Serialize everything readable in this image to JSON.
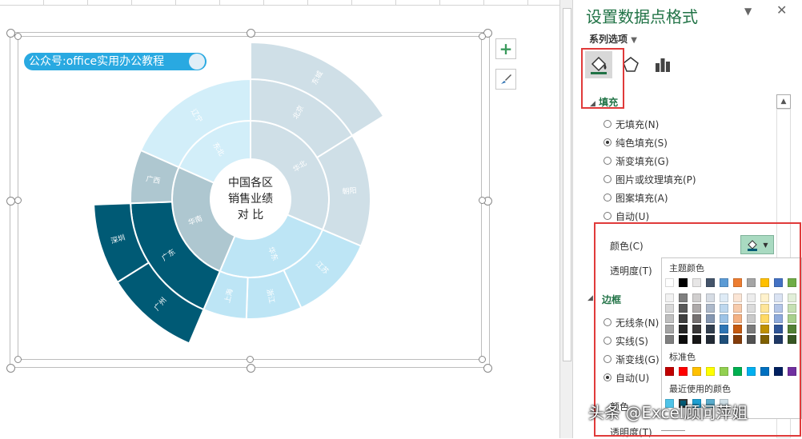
{
  "brand": {
    "label": "公众号:office实用办公教程"
  },
  "chart": {
    "center_lines": [
      "中国各区",
      "销售业绩",
      "对    比"
    ],
    "segments": [
      {
        "name": "华北",
        "ring": 2,
        "start": 0,
        "end": 113,
        "color": "#cfdfe7"
      },
      {
        "name": "华东",
        "ring": 2,
        "start": 113,
        "end": 203,
        "color": "#bde5f5"
      },
      {
        "name": "华南",
        "ring": 2,
        "start": 203,
        "end": 294,
        "color": "#aec7d0"
      },
      {
        "name": "东北",
        "ring": 2,
        "start": 294,
        "end": 360,
        "color": "#d2eef9"
      },
      {
        "name": "北京",
        "ring": 3,
        "start": 0,
        "end": 58,
        "color": "#cfdfe7"
      },
      {
        "name": "朝阳",
        "ring": 3,
        "start": 58,
        "end": 113,
        "color": "#cfdfe7"
      },
      {
        "name": "江苏",
        "ring": 3,
        "start": 113,
        "end": 155,
        "color": "#bde5f5"
      },
      {
        "name": "浙江",
        "ring": 3,
        "start": 155,
        "end": 182,
        "color": "#bde5f5"
      },
      {
        "name": "上海",
        "ring": 3,
        "start": 182,
        "end": 203,
        "color": "#bde5f5"
      },
      {
        "name": "广东",
        "ring": 3,
        "start": 203,
        "end": 268,
        "color": "#005a75",
        "text": "#ffffff"
      },
      {
        "name": "广西",
        "ring": 3,
        "start": 268,
        "end": 294,
        "color": "#aec7d0"
      },
      {
        "name": "辽宁",
        "ring": 3,
        "start": 294,
        "end": 360,
        "color": "#d2eef9"
      },
      {
        "name": "东城",
        "ring": 4,
        "start": 0,
        "end": 58,
        "color": "#cfdfe7"
      },
      {
        "name": "广州",
        "ring": 4,
        "start": 203,
        "end": 238,
        "color": "#005a75",
        "text": "#ffffff"
      },
      {
        "name": "深圳",
        "ring": 4,
        "start": 238,
        "end": 268,
        "color": "#005a75",
        "text": "#ffffff"
      }
    ]
  },
  "pane": {
    "title": "设置数据点格式",
    "series_options": "系列选项",
    "fill_section": "填充",
    "fill_options": [
      {
        "label": "无填充(N)",
        "selected": false
      },
      {
        "label": "纯色填充(S)",
        "selected": true
      },
      {
        "label": "渐变填充(G)",
        "selected": false
      },
      {
        "label": "图片或纹理填充(P)",
        "selected": false
      },
      {
        "label": "图案填充(A)",
        "selected": false
      },
      {
        "label": "自动(U)",
        "selected": false
      }
    ],
    "color_label": "颜色(C)",
    "transparency_label": "透明度(T)",
    "border_section": "边框",
    "border_options": [
      {
        "label": "无线条(N)",
        "selected": false
      },
      {
        "label": "实线(S)",
        "selected": false
      },
      {
        "label": "渐变线(G)",
        "selected": false
      },
      {
        "label": "自动(U)",
        "selected": true
      }
    ],
    "bottom_color_label": "颜色",
    "bottom_transparency_label": "透明度(T)"
  },
  "palette": {
    "theme_title": "主题颜色",
    "standard_title": "标准色",
    "recent_title": "最近使用的颜色",
    "theme_top": [
      "#ffffff",
      "#000000",
      "#e7e6e6",
      "#44546a",
      "#5b9bd5",
      "#ed7d31",
      "#a5a5a5",
      "#ffc000",
      "#4472c4",
      "#70ad47"
    ],
    "theme_shades": [
      [
        "#f2f2f2",
        "#7f7f7f",
        "#d0cece",
        "#d6dce4",
        "#deebf6",
        "#fbe5d5",
        "#ededed",
        "#fff2cc",
        "#dae3f3",
        "#e2efd9"
      ],
      [
        "#d8d8d8",
        "#595959",
        "#aeaaaa",
        "#adb9ca",
        "#bdd7ee",
        "#f7cbac",
        "#dbdbdb",
        "#fee599",
        "#b4c6e7",
        "#c5e0b3"
      ],
      [
        "#bfbfbf",
        "#3f3f3f",
        "#757070",
        "#8496b0",
        "#9dc3e6",
        "#f4b183",
        "#c9c9c9",
        "#ffd965",
        "#8eaadb",
        "#a8d08d"
      ],
      [
        "#a5a5a5",
        "#262626",
        "#3a3838",
        "#323f4f",
        "#2e75b5",
        "#c55a11",
        "#7b7b7b",
        "#bf9000",
        "#2f5496",
        "#538135"
      ],
      [
        "#7f7f7f",
        "#0c0c0c",
        "#171616",
        "#222a35",
        "#1e4e79",
        "#833c0b",
        "#525252",
        "#7f6000",
        "#1f3864",
        "#375623"
      ]
    ],
    "standard": [
      "#c00000",
      "#ff0000",
      "#ffc000",
      "#ffff00",
      "#92d050",
      "#00b050",
      "#00b0f0",
      "#0070c0",
      "#002060",
      "#7030a0"
    ],
    "recent": [
      "#4fc3e8",
      "#005a75",
      "#1fa0d2",
      "#5aaccc",
      "#cfdfe7"
    ]
  },
  "watermark": "头条 @Excel顾问萍姐"
}
